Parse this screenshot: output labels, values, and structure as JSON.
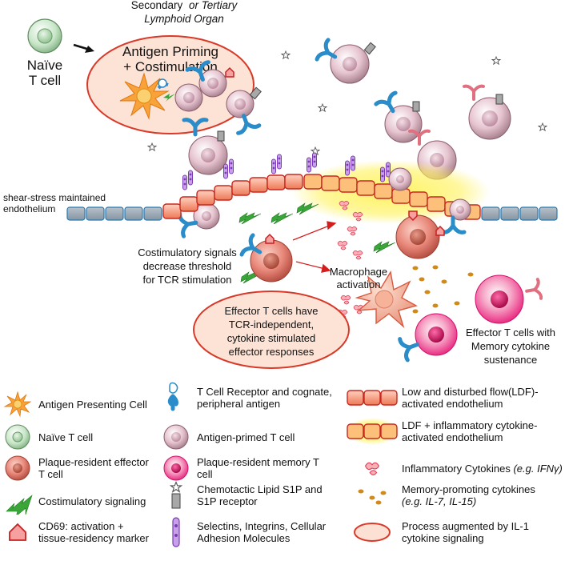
{
  "header": {
    "organ_line1": "Secondary",
    "organ_line1_italic": "or Tertiary",
    "organ_line2": "Lymphoid Organ",
    "naive_line1": "Naïve",
    "naive_line2": "T cell",
    "priming_line1": "Antigen Priming",
    "priming_line2": "+ Costimulation"
  },
  "labels": {
    "shear_line1": "shear-stress maintained",
    "shear_line2": "endothelium",
    "costim_line1": "Costimulatory signals",
    "costim_line2": "decrease threshold",
    "costim_line3": "for TCR stimulation",
    "macro_line1": "Macrophage",
    "macro_line2": "activation",
    "effector_line1": "Effector T cells have",
    "effector_line2": "TCR-independent,",
    "effector_line3": "cytokine stimulated",
    "effector_line4": "effector responses",
    "memory_line1": "Effector T cells with",
    "memory_line2": "Memory cytokine",
    "memory_line3": "sustenance"
  },
  "legend": {
    "apc": "Antigen Presenting Cell",
    "tcr_line1": "T Cell Receptor and cognate,",
    "tcr_line2": "peripheral antigen",
    "ldf_line1": "Low and disturbed flow(LDF)-",
    "ldf_line2": "activated endothelium",
    "naive": "Naïve T cell",
    "primed": "Antigen-primed T cell",
    "ldf_infl_line1": "LDF + inflammatory cytokine-",
    "ldf_infl_line2": "activated endothelium",
    "effector_line1": "Plaque-resident effector",
    "effector_line2": "T cell",
    "memory_line1": "Plaque-resident memory T",
    "memory_line2": "cell",
    "infl_cyt": "Inflammatory Cytokines",
    "infl_cyt_example": "(e.g. IFNγ)",
    "costim": "Costimulatory signaling",
    "s1p_line1": "Chemotactic Lipid S1P and",
    "s1p_line2": "S1P receptor",
    "mem_cyt": "Memory-promoting cytokines",
    "mem_cyt_example": "(e.g. IL-7, IL-15)",
    "cd69_line1": "CD69: activation +",
    "cd69_line2": "tissue-residency marker",
    "selectin_line1": "Selectins, Integrins, Cellular",
    "selectin_line2": "Adhesion Molecules",
    "il1_line1": "Process augmented by IL-1",
    "il1_line2": "cytokine signaling"
  },
  "colors": {
    "naive": "#bfe0bf",
    "primed": "#dcb4c4",
    "effector": "#e07a6a",
    "memory": "#e8207a",
    "tcr": "#2a8cc8",
    "costim": "#3aa63a",
    "endothelium_ldf": "#f07a5a",
    "glow": "#fff04a",
    "selectin": "#9a5ac8",
    "apc": "#f79a1e",
    "il1_fill": "#fde0d4",
    "il1_stroke": "#d83a2a",
    "cytokine_memory": "#d08a1a",
    "cytokine_infl": "#e05060",
    "resting_endothelium": "#9aa8b4"
  },
  "icons": [
    "apc-icon",
    "tcr-icon",
    "ldf-endothelium-icon",
    "naive-cell-icon",
    "primed-cell-icon",
    "inflamed-endothelium-icon",
    "effector-cell-icon",
    "memory-cell-icon",
    "inflammatory-cytokine-icon",
    "costim-icon",
    "s1p-icon",
    "memory-cytokine-icon",
    "cd69-icon",
    "selectin-icon",
    "il1-icon"
  ]
}
